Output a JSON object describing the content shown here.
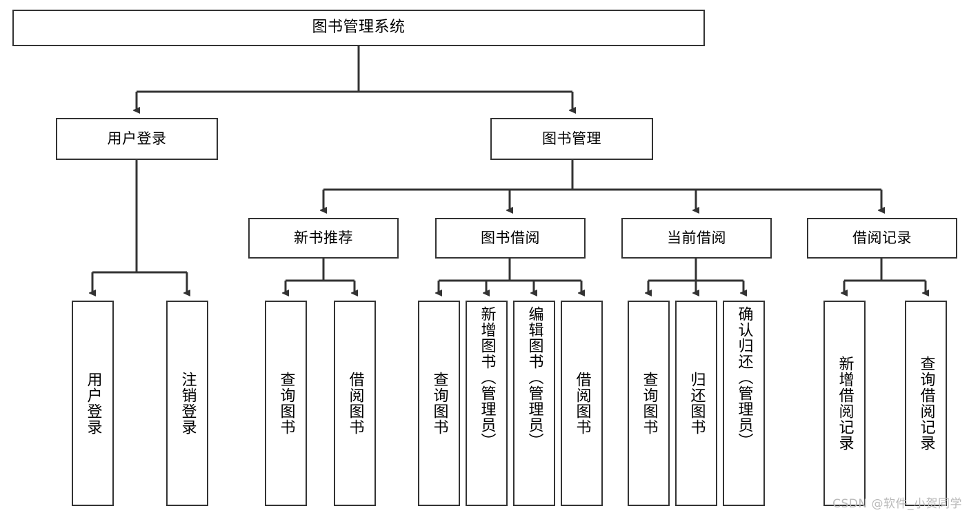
{
  "diagram": {
    "title": "图书管理系统",
    "type": "tree",
    "colors": {
      "box_border": "#333333",
      "box_fill": "#ffffff",
      "edge": "#333333",
      "text": "#000000",
      "watermark": "#b9b9b9",
      "background": "#ffffff"
    },
    "nodes": {
      "root": {
        "label": "图书管理系统",
        "level": 1,
        "orientation": "horizontal"
      },
      "user_login": {
        "label": "用户登录",
        "level": 2,
        "orientation": "horizontal"
      },
      "book_manage": {
        "label": "图书管理",
        "level": 2,
        "orientation": "horizontal"
      },
      "new_book_rec": {
        "label": "新书推荐",
        "level": 3,
        "orientation": "horizontal"
      },
      "book_borrow": {
        "label": "图书借阅",
        "level": 3,
        "orientation": "horizontal"
      },
      "current_borrow": {
        "label": "当前借阅",
        "level": 3,
        "orientation": "horizontal"
      },
      "borrow_record": {
        "label": "借阅记录",
        "level": 3,
        "orientation": "horizontal"
      },
      "leaf_user_login": {
        "label": "用户登录",
        "level": 3,
        "orientation": "vertical"
      },
      "leaf_user_logout": {
        "label": "注销登录",
        "level": 3,
        "orientation": "vertical"
      },
      "leaf_rec_query_book": {
        "label": "查询图书",
        "level": 4,
        "orientation": "vertical"
      },
      "leaf_rec_borrow_book": {
        "label": "借阅图书",
        "level": 4,
        "orientation": "vertical"
      },
      "leaf_borrow_query_book": {
        "label": "查询图书",
        "level": 4,
        "orientation": "vertical"
      },
      "leaf_borrow_add_book": {
        "label": "新增图书（管理员）",
        "level": 4,
        "orientation": "vertical"
      },
      "leaf_borrow_edit_book": {
        "label": "编辑图书（管理员）",
        "level": 4,
        "orientation": "vertical"
      },
      "leaf_borrow_borrow_book": {
        "label": "借阅图书",
        "level": 4,
        "orientation": "vertical"
      },
      "leaf_cur_query_book": {
        "label": "查询图书",
        "level": 4,
        "orientation": "vertical"
      },
      "leaf_cur_return_book": {
        "label": "归还图书",
        "level": 4,
        "orientation": "vertical"
      },
      "leaf_cur_confirm_return": {
        "label": "确认归还（管理员）",
        "level": 4,
        "orientation": "vertical"
      },
      "leaf_rec_add_record": {
        "label": "新增借阅记录",
        "level": 4,
        "orientation": "vertical"
      },
      "leaf_rec_query_record": {
        "label": "查询借阅记录",
        "level": 4,
        "orientation": "vertical"
      }
    },
    "edges": [
      {
        "from": "root",
        "to": "user_login"
      },
      {
        "from": "root",
        "to": "book_manage"
      },
      {
        "from": "user_login",
        "to": "leaf_user_login"
      },
      {
        "from": "user_login",
        "to": "leaf_user_logout"
      },
      {
        "from": "book_manage",
        "to": "new_book_rec"
      },
      {
        "from": "book_manage",
        "to": "book_borrow"
      },
      {
        "from": "book_manage",
        "to": "current_borrow"
      },
      {
        "from": "book_manage",
        "to": "borrow_record"
      },
      {
        "from": "new_book_rec",
        "to": "leaf_rec_query_book"
      },
      {
        "from": "new_book_rec",
        "to": "leaf_rec_borrow_book"
      },
      {
        "from": "book_borrow",
        "to": "leaf_borrow_query_book"
      },
      {
        "from": "book_borrow",
        "to": "leaf_borrow_add_book"
      },
      {
        "from": "book_borrow",
        "to": "leaf_borrow_edit_book"
      },
      {
        "from": "book_borrow",
        "to": "leaf_borrow_borrow_book"
      },
      {
        "from": "current_borrow",
        "to": "leaf_cur_query_book"
      },
      {
        "from": "current_borrow",
        "to": "leaf_cur_return_book"
      },
      {
        "from": "current_borrow",
        "to": "leaf_cur_confirm_return"
      },
      {
        "from": "borrow_record",
        "to": "leaf_rec_add_record"
      },
      {
        "from": "borrow_record",
        "to": "leaf_rec_query_record"
      }
    ]
  },
  "watermark": {
    "text": "CSDN @软件_小贺同学"
  }
}
